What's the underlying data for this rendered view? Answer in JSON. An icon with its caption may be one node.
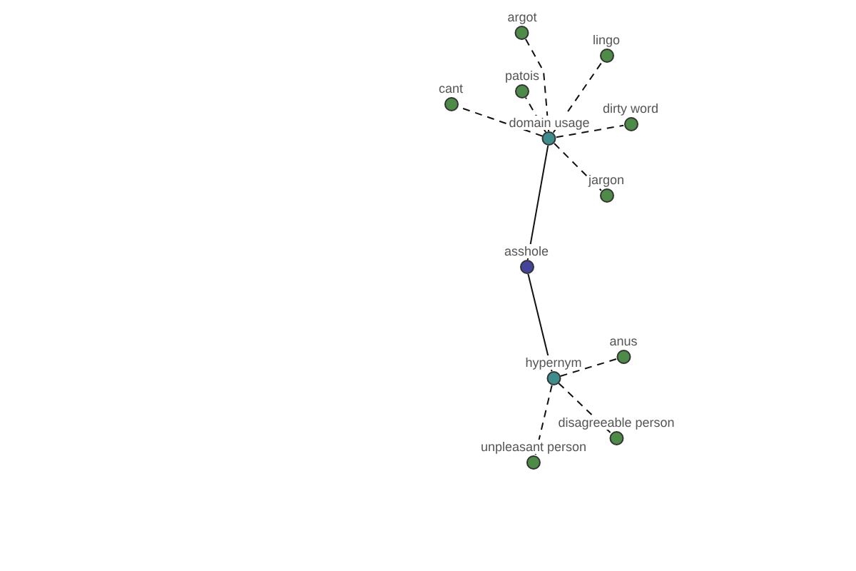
{
  "diagram": {
    "nodes": [
      {
        "text": [
          "argot"
        ]
      },
      {
        "text": [
          "lingo"
        ]
      },
      {
        "text": [
          "patois"
        ]
      },
      {
        "text": [
          "cant"
        ]
      },
      {
        "text": [
          "dirty word"
        ]
      },
      {
        "text": [
          "domain usage"
        ]
      },
      {
        "text": [
          "jargon"
        ]
      },
      {
        "text": [
          "asshole"
        ]
      },
      {
        "text": [
          "anus"
        ]
      },
      {
        "text": [
          "hypernym"
        ]
      },
      {
        "text": [
          "disagreeable person"
        ]
      },
      {
        "text": [
          "unpleasant person"
        ]
      }
    ],
    "edges": [
      {
        "from": 5,
        "to": 0,
        "arrow": "none",
        "style": "dashed"
      },
      {
        "from": 5,
        "to": 1,
        "arrow": "none",
        "style": "dashed"
      },
      {
        "from": 5,
        "to": 2,
        "arrow": "none",
        "style": "dashed"
      },
      {
        "from": 5,
        "to": 3,
        "arrow": "none",
        "style": "dashed"
      },
      {
        "from": 5,
        "to": 4,
        "arrow": "none",
        "style": "dashed"
      },
      {
        "from": 5,
        "to": 6,
        "arrow": "none",
        "style": "dashed"
      },
      {
        "from": 7,
        "to": 5,
        "arrow": "none"
      },
      {
        "from": 7,
        "to": 9,
        "arrow": "none"
      },
      {
        "from": 9,
        "to": 8,
        "arrow": "none",
        "style": "dashed"
      },
      {
        "from": 9,
        "to": 10,
        "arrow": "none",
        "style": "dashed"
      },
      {
        "from": 9,
        "to": 11,
        "arrow": "none",
        "style": "dashed"
      }
    ]
  }
}
